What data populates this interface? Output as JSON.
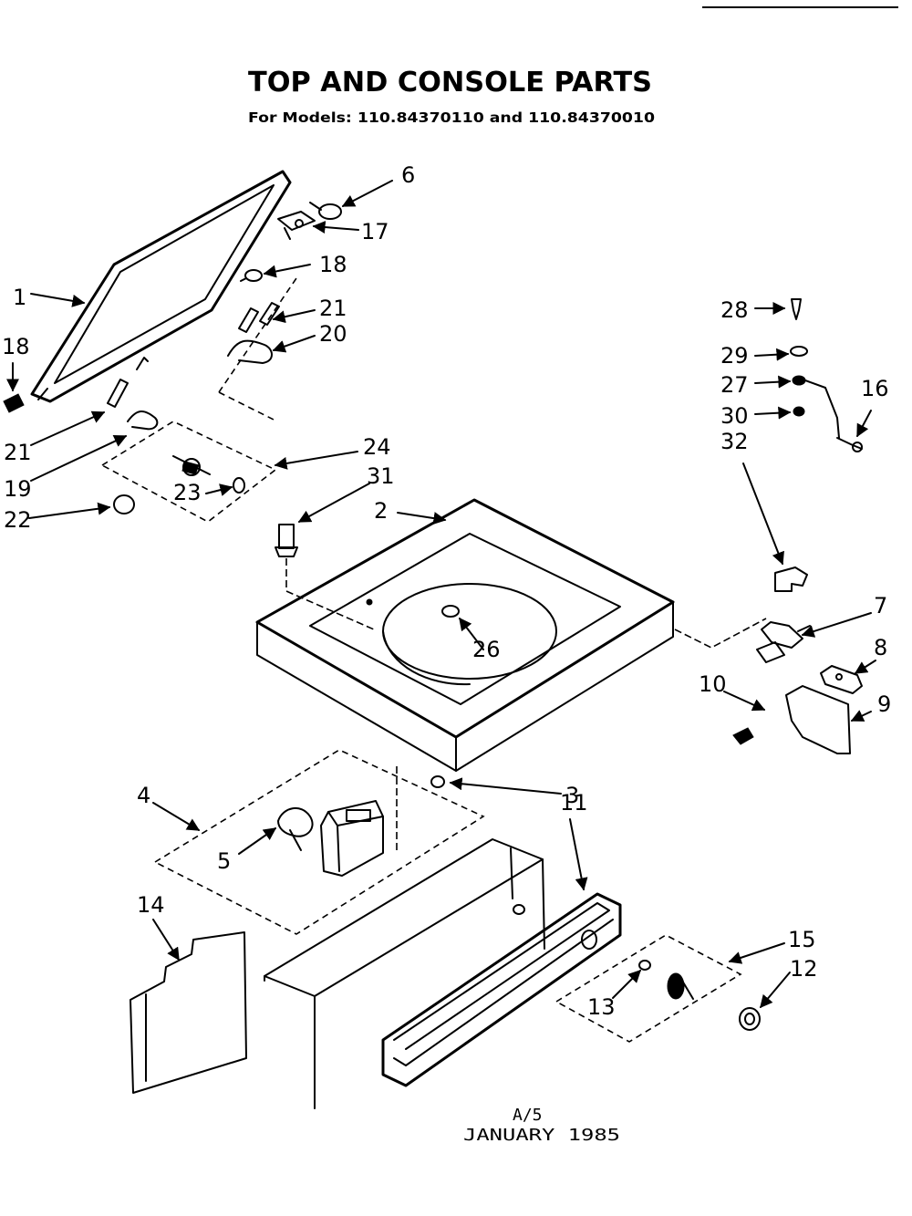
{
  "header": {
    "title": "TOP AND CONSOLE PARTS",
    "subtitle": "For Models: 110.84370110 and 110.84370010"
  },
  "footer": {
    "page_ref": "A/5",
    "date": "JANUARY 1985"
  },
  "callouts": {
    "c1": "1",
    "c2": "2",
    "c3": "3",
    "c4": "4",
    "c5": "5",
    "c6": "6",
    "c7": "7",
    "c8": "8",
    "c9": "9",
    "c10": "10",
    "c11": "11",
    "c12": "12",
    "c13": "13",
    "c14": "14",
    "c15": "15",
    "c16": "16",
    "c17": "17",
    "c18a": "18",
    "c18b": "18",
    "c19": "19",
    "c20": "20",
    "c21a": "21",
    "c21b": "21",
    "c22": "22",
    "c23": "23",
    "c24": "24",
    "c26": "26",
    "c27": "27",
    "c28": "28",
    "c29": "29",
    "c30": "30",
    "c31": "31",
    "c32": "32"
  }
}
